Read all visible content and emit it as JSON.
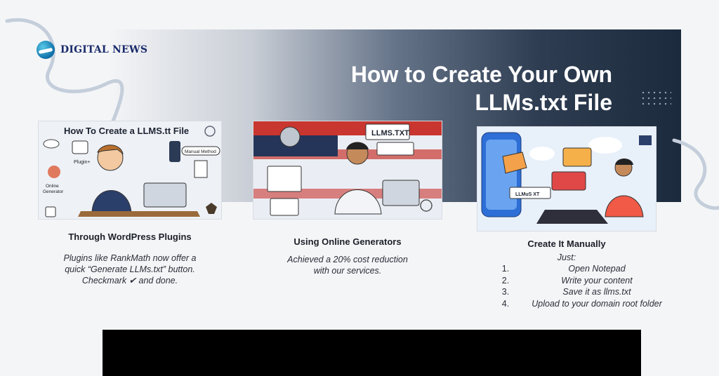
{
  "brand": {
    "name": "DIGITAL NEWS",
    "icon": "digital-news-logo-icon"
  },
  "headline": {
    "line1": "How to Create Your Own",
    "line2": "LLMs.txt File"
  },
  "colors": {
    "banner_dark": "#1c2a3d",
    "logo_blue": "#1a2b6b",
    "swirl": "#c4cedb"
  },
  "cards": [
    {
      "image_heading": "How To Create a LLMS.tt File",
      "image_labels": {
        "plugin": "Plugin+",
        "online": "Online",
        "generator": "Generator",
        "manual": "Manual Method"
      },
      "title": "Through WordPress Plugins",
      "text_line1": "Plugins like RankMath now offer a",
      "text_line2": "quick “Generate LLMs.txt” button.",
      "text_line3": "Checkmark ✔ and done."
    },
    {
      "image_heading": "LLMS.TXT",
      "title": "Using Online Generators",
      "text_line1": "Achieved a 20% cost reduction",
      "text_line2": "with our services."
    },
    {
      "image_heading": "LLMuS XT",
      "title": "Create It Manually",
      "intro": "Just:",
      "steps": [
        {
          "num": "1.",
          "text": "Open Notepad"
        },
        {
          "num": "2.",
          "text": "Write your content"
        },
        {
          "num": "3.",
          "text": "Save it as llms.txt"
        },
        {
          "num": "4.",
          "text": "Upload to your domain root folder"
        }
      ]
    }
  ]
}
